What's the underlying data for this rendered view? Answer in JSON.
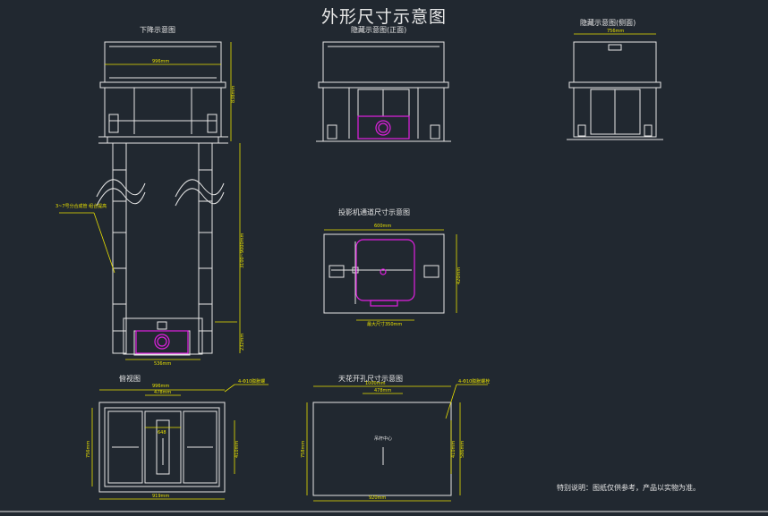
{
  "title": "外形尺寸示意图",
  "views": {
    "lowered": {
      "label": "下降示意图",
      "width_dim": "996mm",
      "height_dim": "838mm",
      "main_dim": "3100~9000mm",
      "bottom_dim": "232mm",
      "base_dim": "536mm",
      "note": "3~7号分合成管 组合提高"
    },
    "hidden_front": {
      "label": "隐藏示意图(正面)"
    },
    "hidden_side": {
      "label": "隐藏示意图(侧面)",
      "width_dim": "756mm"
    },
    "projector_opening": {
      "label": "投影机通道尺寸示意图",
      "width_dim": "600mm",
      "height_dim": "420mm",
      "bottom_dim": "最大尺寸350mm"
    },
    "top_view": {
      "label": "俯视图",
      "outer_dim": "996mm",
      "inner_dim": "478mm",
      "mid_dim": "648",
      "left_dim": "756mm",
      "right_dim": "410mm",
      "bottom_dim": "919mm",
      "callout": "4-Φ10膨胀螺"
    },
    "ceiling_opening": {
      "label": "天花开孔尺寸示意图",
      "outer_dim": "1000mm",
      "inner_dim": "478mm",
      "left_dim": "758mm",
      "right_dim": "410mm",
      "right2_dim": "586mm",
      "bottom_dim": "920mm",
      "center_label": "吊杆中心",
      "callout": "4-Φ10膨胀螺栓"
    }
  },
  "notes": "特别说明：图纸仅供参考，产品以实物为准。",
  "colors": {
    "background": "#212830",
    "line": "#e6e6e6",
    "dimension": "#e8e000",
    "magenta": "#e020e0",
    "title": "#e8e8e8"
  }
}
